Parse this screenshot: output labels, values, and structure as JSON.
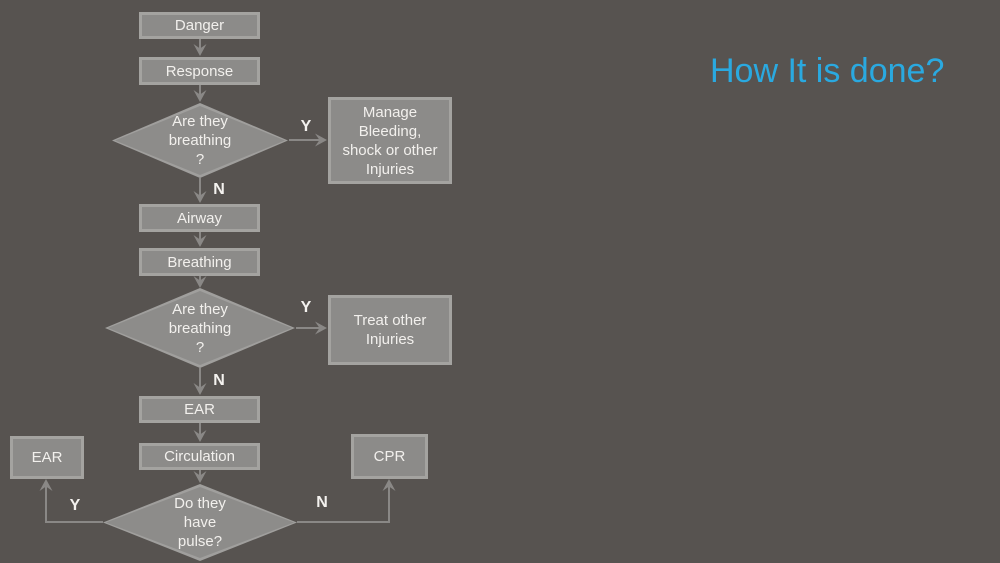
{
  "slide": {
    "title": "How It is done?"
  },
  "colors": {
    "background": "#575350",
    "shape_fill": "#8c8b89",
    "shape_border": "#a4a3a0",
    "arrow": "#8a8886",
    "text": "#f2f0ed",
    "title_accent": "#2aa9e0"
  },
  "flowchart": {
    "nodes": {
      "danger": {
        "label": "Danger"
      },
      "response": {
        "label": "Response"
      },
      "q_breathing_1": {
        "lines": [
          "Are they",
          "breathing",
          "?"
        ]
      },
      "manage_bleeding": {
        "lines": [
          "Manage",
          "Bleeding,",
          "shock or other",
          "Injuries"
        ]
      },
      "airway": {
        "label": "Airway"
      },
      "breathing": {
        "label": "Breathing"
      },
      "q_breathing_2": {
        "lines": [
          "Are they",
          "breathing",
          "?"
        ]
      },
      "treat_other": {
        "lines": [
          "Treat other",
          "Injuries"
        ]
      },
      "ear_mid": {
        "label": "EAR"
      },
      "circulation": {
        "label": "Circulation"
      },
      "q_pulse": {
        "lines": [
          "Do they",
          "have",
          "pulse?"
        ]
      },
      "ear_left": {
        "label": "EAR"
      },
      "cpr": {
        "label": "CPR"
      }
    },
    "edge_labels": {
      "q1_yes": "Y",
      "q1_no": "N",
      "q2_yes": "Y",
      "q2_no": "N",
      "q3_yes": "Y",
      "q3_no": "N"
    }
  }
}
